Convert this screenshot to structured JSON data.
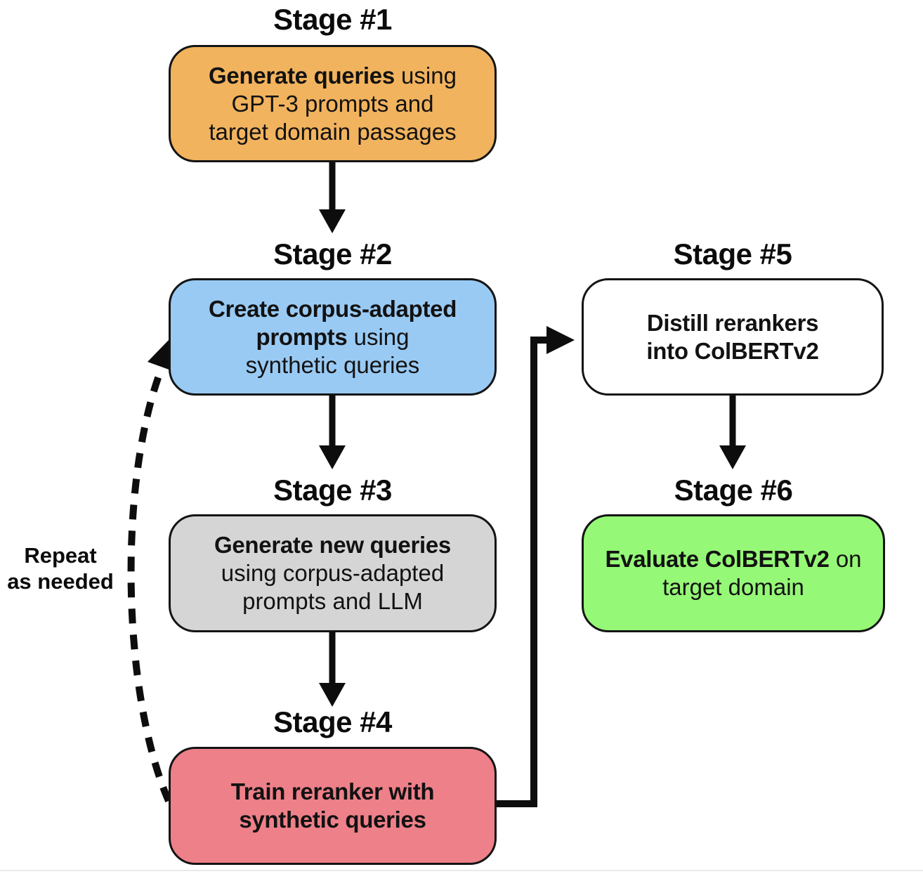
{
  "diagram": {
    "arrow_color": "#0d0d0d",
    "bottom_divider_color": "#e9e9ed",
    "loop_label": {
      "line1": "Repeat",
      "line2": "as needed"
    },
    "stages": [
      {
        "title": "Stage #1",
        "fill": "#F2B35E",
        "lines": [
          [
            {
              "t": "Generate queries",
              "b": 1
            },
            {
              "t": " using",
              "b": 0
            }
          ],
          [
            {
              "t": "GPT-3 prompts and",
              "b": 0
            }
          ],
          [
            {
              "t": "target domain passages",
              "b": 0
            }
          ]
        ]
      },
      {
        "title": "Stage #2",
        "fill": "#99CAF4",
        "lines": [
          [
            {
              "t": "Create corpus-adapted",
              "b": 1
            }
          ],
          [
            {
              "t": "prompts",
              "b": 1
            },
            {
              "t": " using",
              "b": 0
            }
          ],
          [
            {
              "t": "synthetic queries",
              "b": 0
            }
          ]
        ]
      },
      {
        "title": "Stage #3",
        "fill": "#D5D5D5",
        "lines": [
          [
            {
              "t": "Generate new queries",
              "b": 1
            }
          ],
          [
            {
              "t": "using corpus-adapted",
              "b": 0
            }
          ],
          [
            {
              "t": "prompts and LLM",
              "b": 0
            }
          ]
        ]
      },
      {
        "title": "Stage #4",
        "fill": "#EE8089",
        "lines": [
          [
            {
              "t": "Train reranker with",
              "b": 1
            }
          ],
          [
            {
              "t": "synthetic queries",
              "b": 1
            }
          ]
        ]
      },
      {
        "title": "Stage #5",
        "fill": "#FFFFFF",
        "lines": [
          [
            {
              "t": "Distill rerankers",
              "b": 1
            }
          ],
          [
            {
              "t": "into ColBERTv2",
              "b": 1
            }
          ]
        ]
      },
      {
        "title": "Stage #6",
        "fill": "#96F877",
        "lines": [
          [
            {
              "t": "Evaluate ColBERTv2",
              "b": 1
            },
            {
              "t": " on",
              "b": 0
            }
          ],
          [
            {
              "t": "target domain",
              "b": 0
            }
          ]
        ]
      }
    ]
  }
}
